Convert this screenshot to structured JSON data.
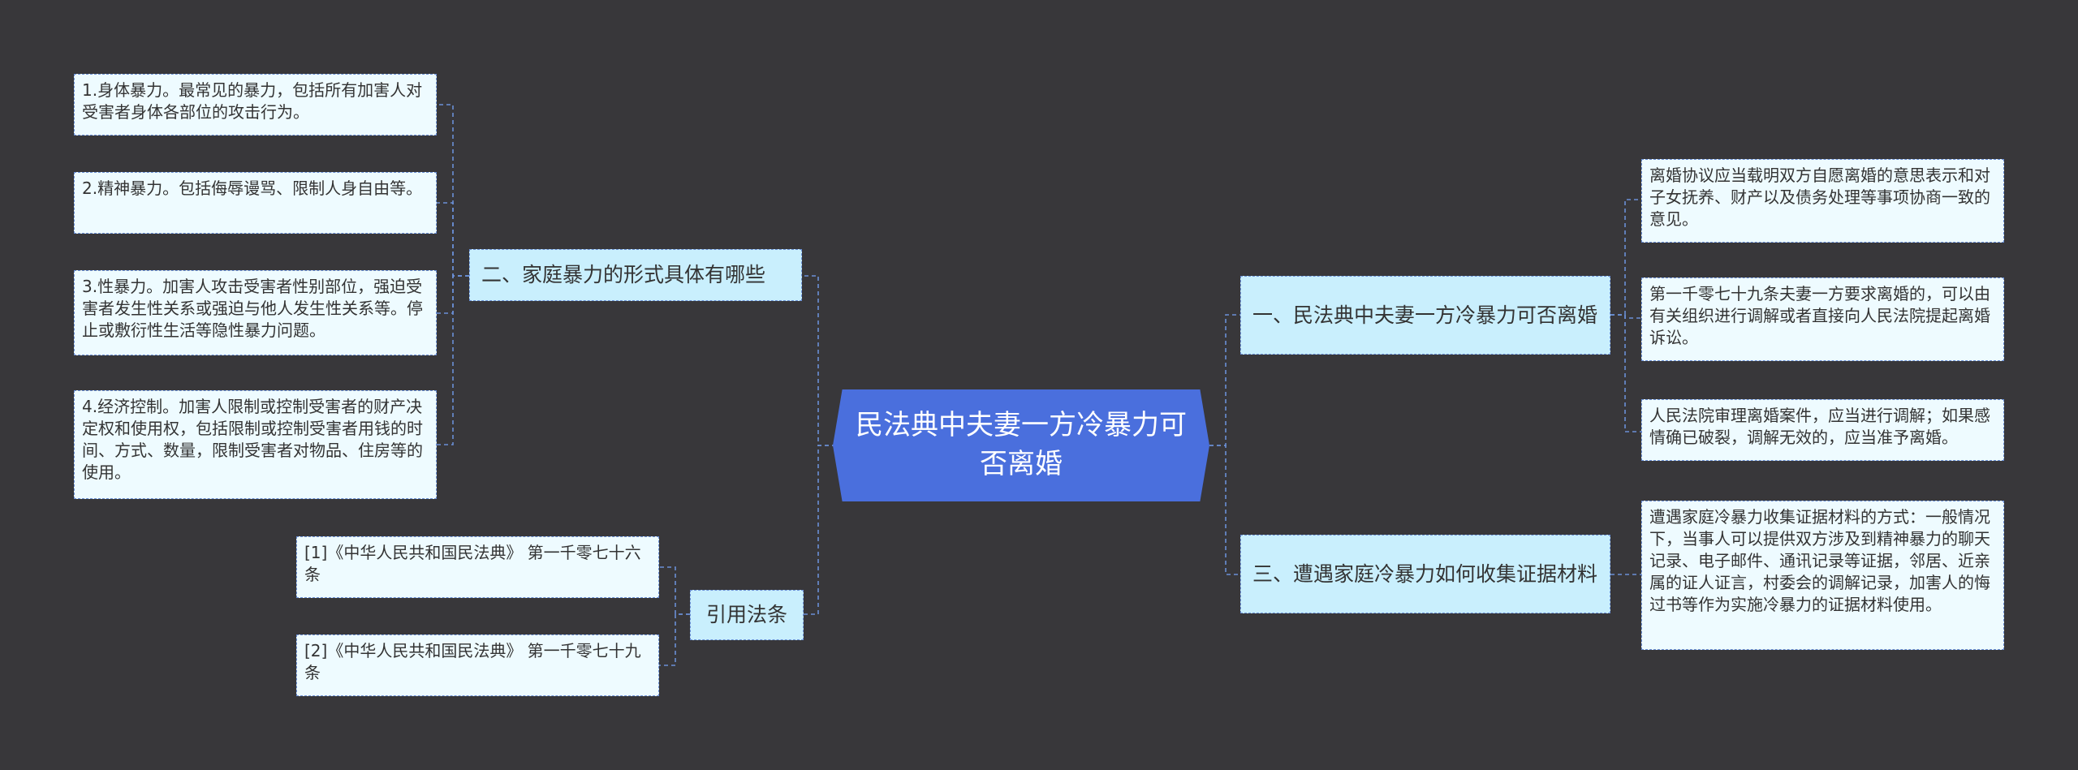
{
  "root": {
    "title": "民法典中夫妻一方冷暴力可否离婚"
  },
  "left": {
    "topic_forms": "二、家庭暴力的形式具体有哪些",
    "forms": [
      "1.身体暴力。最常见的暴力，包括所有加害人对受害者身体各部位的攻击行为。",
      "2.精神暴力。包括侮辱谩骂、限制人身自由等。",
      "3.性暴力。加害人攻击受害者性别部位，强迫受害者发生性关系或强迫与他人发生性关系等。停止或敷衍性生活等隐性暴力问题。",
      "4.经济控制。加害人限制或控制受害者的财产决定权和使用权，包括限制或控制受害者用钱的时间、方式、数量，限制受害者对物品、住房等的使用。"
    ],
    "topic_refs": "引用法条",
    "refs": [
      "[1]《中华人民共和国民法典》 第一千零七十六条",
      "[2]《中华人民共和国民法典》 第一千零七十九条"
    ]
  },
  "right": {
    "topic_divorce": "一、民法典中夫妻一方冷暴力可否离婚",
    "divorce": [
      "离婚协议应当载明双方自愿离婚的意思表示和对子女抚养、财产以及债务处理等事项协商一致的意见。",
      "第一千零七十九条夫妻一方要求离婚的，可以由有关组织进行调解或者直接向人民法院提起离婚诉讼。",
      "人民法院审理离婚案件，应当进行调解；如果感情确已破裂，调解无效的，应当准予离婚。"
    ],
    "topic_evidence": "三、遭遇家庭冷暴力如何收集证据材料",
    "evidence": [
      "遭遇家庭冷暴力收集证据材料的方式：一般情况下，当事人可以提供双方涉及到精神暴力的聊天记录、电子邮件、通讯记录等证据，邻居、近亲属的证人证言，村委会的调解记录，加害人的悔过书等作为实施冷暴力的证据材料使用。"
    ]
  },
  "colors": {
    "background": "#38373a",
    "root_fill": "#4a6fdd",
    "topic_fill": "#c9effd",
    "leaf_fill": "#eefbff",
    "connector": "#6a8fd6"
  }
}
